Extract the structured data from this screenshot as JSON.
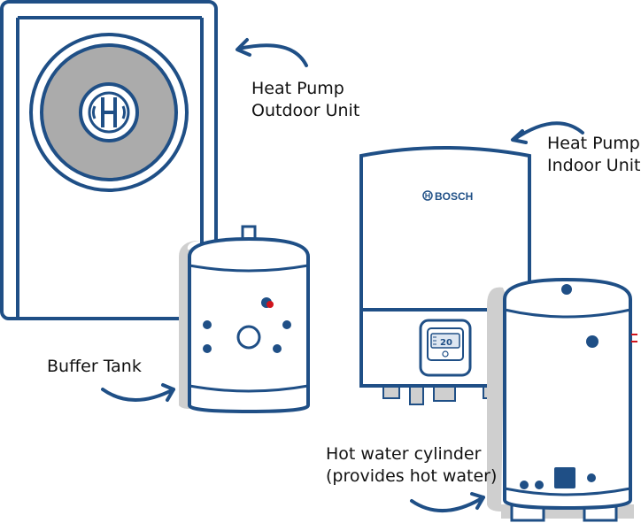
{
  "colors": {
    "outline": "#1f4f86",
    "fan_gray": "#ababab",
    "shadow_gray": "#cfcfcf",
    "indicator_red": "#d0141c",
    "background": "#ffffff",
    "text": "#111111"
  },
  "labels": {
    "outdoor_unit": [
      "Heat Pump",
      "Outdoor Unit"
    ],
    "indoor_unit": [
      "Heat Pump",
      "Indoor Unit"
    ],
    "buffer_tank": "Buffer Tank",
    "hot_water_cylinder": [
      "Hot water cylinder",
      "(provides hot water)"
    ]
  },
  "indoor_unit": {
    "brand": "BOSCH",
    "controller_display": "20"
  },
  "icons": {
    "outdoor_unit_logo": "bosch-logo-icon",
    "indoor_unit_logo": "bosch-logo-icon",
    "arrows": "curved-arrow-icon"
  }
}
